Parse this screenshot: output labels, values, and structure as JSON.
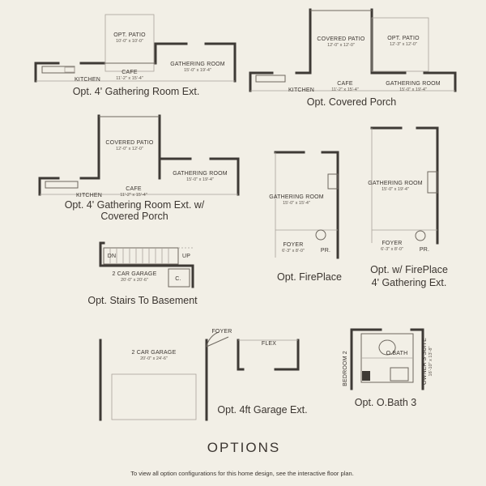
{
  "plans": {
    "gathering_ext": {
      "caption": "Opt. 4' Gathering Room Ext.",
      "patio": "OPT. PATIO",
      "patio_dim": "10'-0\" x 10'-0\"",
      "cafe": "CAFE",
      "cafe_dim": "11'-2\" x 15'-4\"",
      "gathering": "GATHERING ROOM",
      "gathering_dim": "15'-0\" x 19'-4\"",
      "kitchen": "KITCHEN"
    },
    "covered_porch": {
      "caption": "Opt. Covered Porch",
      "covered_patio": "COVERED PATIO",
      "covered_patio_dim": "12'-0\" x 12'-0\"",
      "opt_patio": "OPT. PATIO",
      "opt_patio_dim": "12'-3\" x 12'-0\"",
      "kitchen": "KITCHEN",
      "cafe": "CAFE",
      "cafe_dim": "11'-2\" x 15'-4\"",
      "gathering": "GATHERING ROOM",
      "gathering_dim": "15'-0\" x 19'-4\""
    },
    "gathering_ext_covered": {
      "caption_line1": "Opt. 4' Gathering Room Ext. w/",
      "caption_line2": "Covered Porch",
      "covered_patio": "COVERED PATIO",
      "covered_patio_dim": "12'-0\" x 12'-0\"",
      "gathering": "GATHERING ROOM",
      "gathering_dim": "15'-0\" x 19'-4\"",
      "cafe": "CAFE",
      "cafe_dim": "11'-2\" x 15'-4\"",
      "kitchen": "KITCHEN"
    },
    "fireplace": {
      "caption": "Opt. FirePlace",
      "gathering": "GATHERING ROOM",
      "gathering_dim": "15'-0\" x 15'-4\"",
      "foyer": "FOYER",
      "foyer_dim": "6'-3\" x 8'-0\"",
      "pr": "PR."
    },
    "fireplace_ext": {
      "caption_line1": "Opt. w/ FirePlace",
      "caption_line2": "4' Gathering Ext.",
      "gathering": "GATHERING ROOM",
      "gathering_dim": "15'-0\" x 19'-4\"",
      "foyer": "FOYER",
      "foyer_dim": "6'-3\" x 8'-0\"",
      "pr": "PR."
    },
    "stairs": {
      "caption": "Opt. Stairs To Basement",
      "dn": "DN",
      "up": "UP",
      "garage": "2 CAR GARAGE",
      "garage_dim": "20'-0\" x 20'-6\"",
      "closet": "C."
    },
    "garage_ext": {
      "caption": "Opt. 4ft Garage Ext.",
      "garage": "2 CAR GARAGE",
      "garage_dim": "20'-0\" x 24'-6\"",
      "foyer": "FOYER",
      "flex": "FLEX"
    },
    "obath": {
      "caption": "Opt. O.Bath 3",
      "bath": "O.BATH",
      "bedroom": "BEDROOM 2",
      "suite": "OWNER'S SUITE",
      "suite_dim": "16'-10\" x 13'-8\""
    }
  },
  "page": {
    "heading": "OPTIONS",
    "footnote": "To view all option configurations for this home design, see the interactive floor plan."
  },
  "colors": {
    "background": "#f2efe6",
    "wall": "#3e3a35",
    "text": "#3b3530"
  }
}
